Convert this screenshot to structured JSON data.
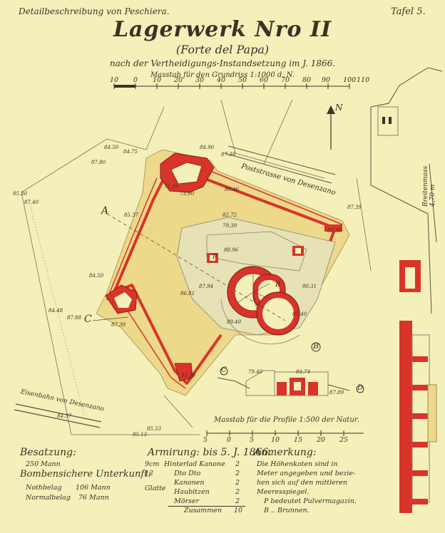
{
  "header": {
    "left": "Detailbeschreibung von Peschiera.",
    "right": "Tafel 5."
  },
  "title": "Lagerwerk Nro II",
  "subtitle": "(Forte del Papa)",
  "subtitle2": "nach der Vertheidigungs-Instandsetzung im J. 1866.",
  "scale_plan": "Masstab für den Grundriss 1:1000 d. N.",
  "scale_plan_ticks": [
    "10",
    "0",
    "10",
    "20",
    "30",
    "40",
    "50",
    "60",
    "70",
    "80",
    "90",
    "100",
    "110"
  ],
  "scale_profile": "Masstab für die Profile 1:500 der Natur.",
  "scale_profile_ticks": [
    "5",
    "0",
    "5",
    "10",
    "15",
    "20",
    "25"
  ],
  "labels": {
    "road": "Poststrasse von Desenzano",
    "railway": "Eisenbahn von Desenzano",
    "north": "N",
    "profile_right": "Breitenmass 4,70 m",
    "A": "A",
    "B": "B",
    "C": "C",
    "D": "D",
    "bP": "P",
    "bB": "B"
  },
  "elevations": [
    "84.50",
    "84.75",
    "84.90",
    "87.39",
    "71.39",
    "73.90",
    "80.46",
    "87.80",
    "85.30",
    "87.40",
    "82.72",
    "79.39",
    "87.39",
    "83.30",
    "85.37",
    "88.96",
    "84.50",
    "87.94",
    "86.81",
    "80.31",
    "84.48",
    "87.88",
    "87.39",
    "89.40",
    "79.40",
    "84.74",
    "87.89",
    "91.39",
    "84.37",
    "85.53",
    "85.13",
    "87.40"
  ],
  "garrison": {
    "heading": "Besatzung:",
    "men": "250 Mann",
    "shelter_heading": "Bombensichere Unterkunft:",
    "emergency_label": "Nothbelag",
    "emergency_value": "106 Mann",
    "normal_label": "Normalbelag",
    "normal_value": "76 Mann"
  },
  "armament": {
    "heading": "Armirung: bis 5. J. 1866.",
    "rows": [
      {
        "prefix": "9cm",
        "name": "Hinterlad Kanone",
        "count": "2"
      },
      {
        "prefix": "12",
        "name": "Dto Dto",
        "count": "2"
      },
      {
        "prefix": "Glatte",
        "name": "Kanonen",
        "count": "2"
      },
      {
        "prefix": "",
        "name": "Haubitzen",
        "count": "2"
      },
      {
        "prefix": "",
        "name": "Mörser",
        "count": "2"
      }
    ],
    "total_label": "Zusammen",
    "total_value": "10"
  },
  "notes": {
    "heading": "Anmerkung:",
    "lines": [
      "Die Höhenkoten sind in",
      "Meter angegeben und bezie-",
      "hen sich auf den mittleren",
      "Meeresspiegel.",
      "P bedeutet Pulvermagazin.",
      "B .. Brunnen."
    ]
  },
  "colors": {
    "paper": "#f4f0ba",
    "rampart_red": "#d8342a",
    "glacis_yellow": "#ecd98a",
    "ink": "#3a3226"
  }
}
